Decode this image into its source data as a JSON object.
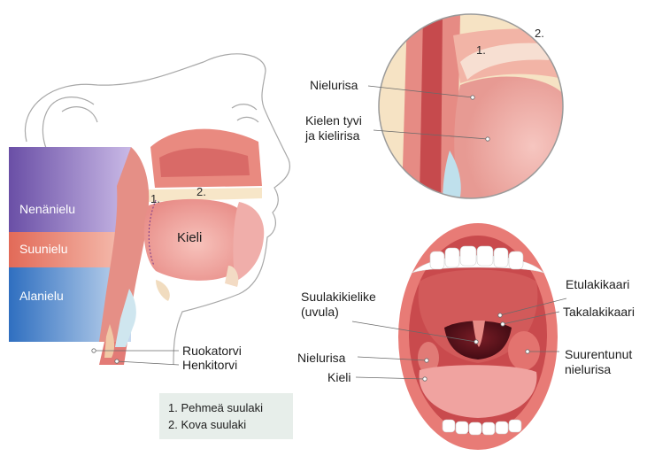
{
  "colors": {
    "nenanielu_band": "#7a5ab0",
    "suunielu_band": "#e37867",
    "alanielu_band": "#3c77bf",
    "tissue_pink": "#f2a09a",
    "tissue_dark": "#c94a4d",
    "outline": "#9a9a9a",
    "legend_bg": "#e7eeea"
  },
  "regions": {
    "nenanielu": "Nenänielu",
    "suunielu": "Suunielu",
    "alanielu": "Alanielu"
  },
  "side_view": {
    "tongue": "Kieli",
    "marker_1": "1.",
    "marker_2": "2.",
    "ruokatorvi": "Ruokatorvi",
    "henkitorvi": "Henkitorvi"
  },
  "legend": {
    "item_1": "1. Pehmeä suulaki",
    "item_2": "2. Kova suulaki"
  },
  "circle_view": {
    "marker_1": "1.",
    "marker_2": "2.",
    "nielurisa": "Nielurisa",
    "kielen_tyvi_line1": "Kielen tyvi",
    "kielen_tyvi_line2": "ja kielirisa"
  },
  "mouth_view": {
    "uvula_line1": "Suulakikielike",
    "uvula_line2": "(uvula)",
    "nielurisa": "Nielurisa",
    "kieli": "Kieli",
    "etulakikaari": "Etulakikaari",
    "takalakikaari": "Takalakikaari",
    "suurentunut_line1": "Suurentunut",
    "suurentunut_line2": "nielurisa"
  }
}
